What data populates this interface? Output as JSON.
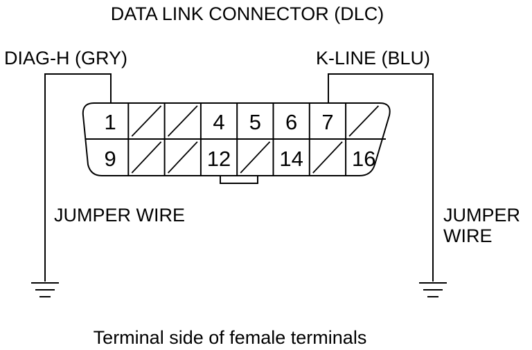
{
  "title": "DATA LINK CONNECTOR (DLC)",
  "left_wire_label": "DIAG-H (GRY)",
  "right_wire_label": "K-LINE (BLU)",
  "left_jumper_label": "JUMPER WIRE",
  "right_jumper_label": {
    "line1": "JUMPER",
    "line2": "WIRE"
  },
  "caption": "Terminal side of female terminals",
  "terminals": {
    "top": [
      "1",
      "",
      "",
      "4",
      "5",
      "6",
      "7",
      ""
    ],
    "bottom": [
      "9",
      "",
      "",
      "12",
      "",
      "14",
      "",
      "16"
    ]
  }
}
